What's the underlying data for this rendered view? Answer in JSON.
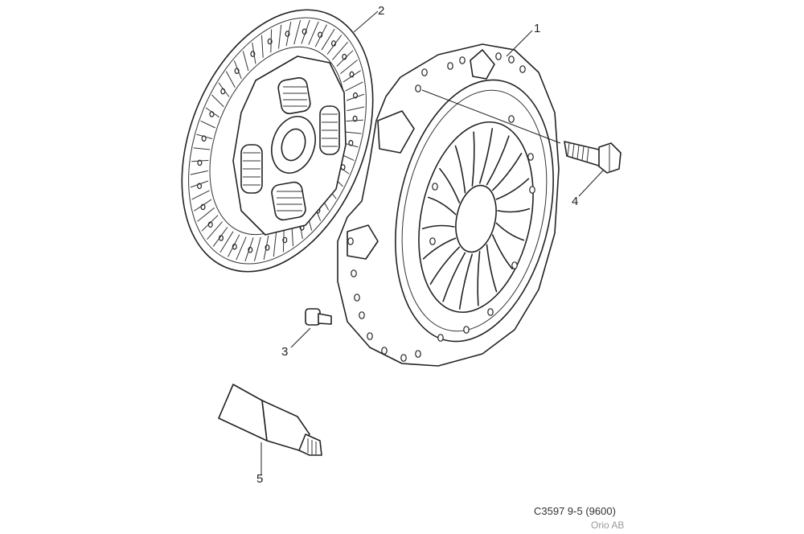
{
  "callouts": {
    "c1": "1",
    "c2": "2",
    "c3": "3",
    "c4": "4",
    "c5": "5"
  },
  "caption": {
    "code": "C3597 9-5 (9600)",
    "company": "Orio AB"
  }
}
